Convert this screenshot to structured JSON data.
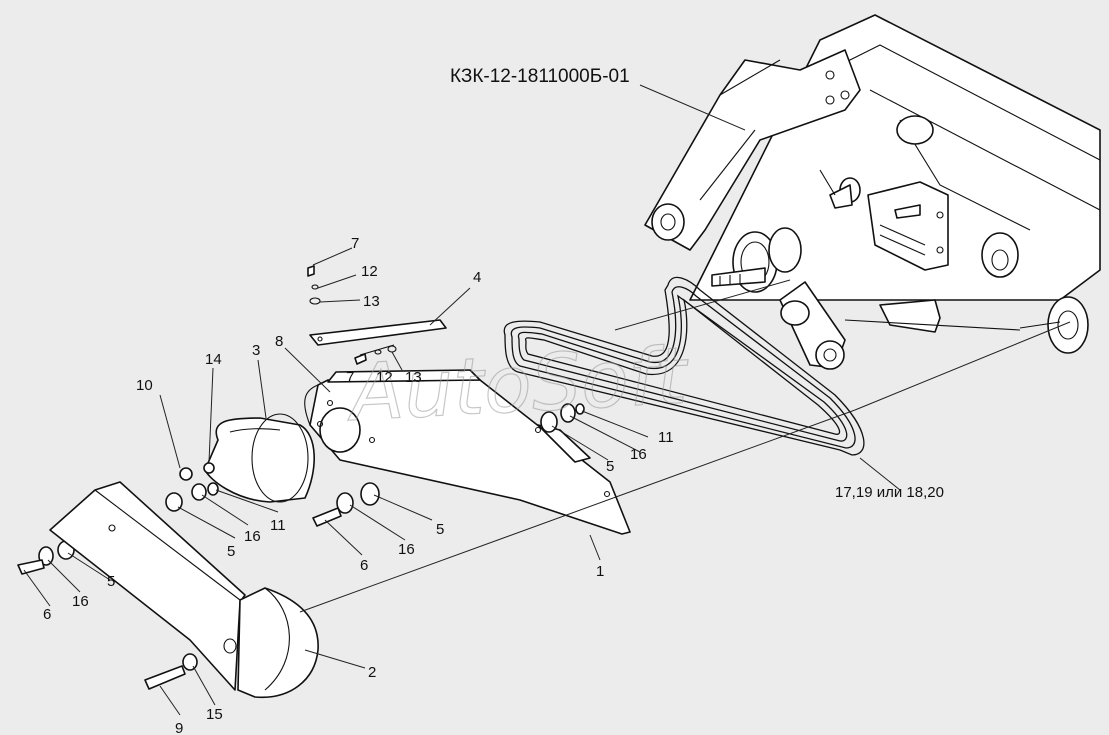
{
  "assembly_label": "КЗК-12-1811000Б-01",
  "belt_label": "17,19 или 18,20",
  "watermark": "AutoSoft",
  "callouts": [
    "1",
    "2",
    "3",
    "4",
    "5",
    "5",
    "5",
    "5",
    "6",
    "6",
    "7",
    "7",
    "8",
    "9",
    "10",
    "11",
    "11",
    "12",
    "12",
    "13",
    "13",
    "14",
    "15",
    "16",
    "16",
    "16",
    "16"
  ]
}
